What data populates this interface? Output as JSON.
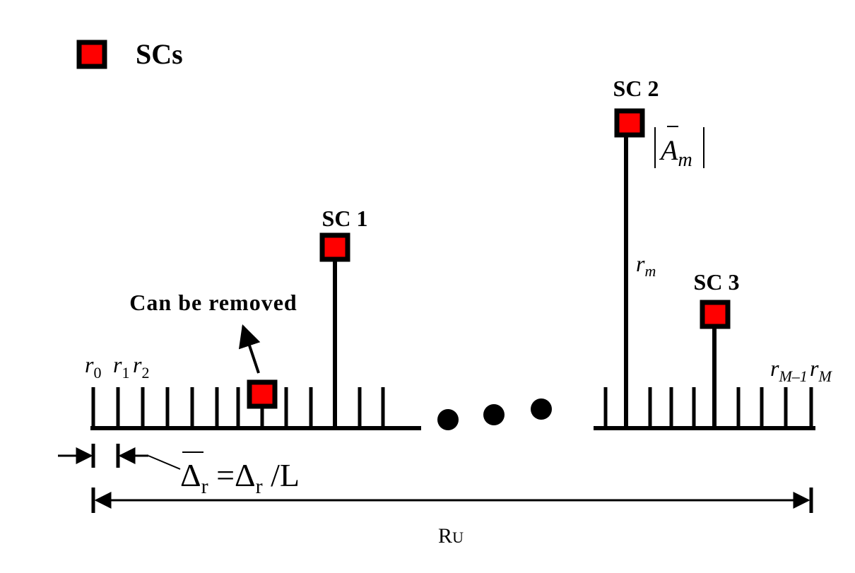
{
  "legend": {
    "label": "SCs"
  },
  "scs": [
    {
      "label": "SC 1"
    },
    {
      "label": "SC 2"
    },
    {
      "label": "SC 3"
    }
  ],
  "annotation": {
    "removed": "Can be removed"
  },
  "amplitude": {
    "main": "A",
    "sub": "m"
  },
  "radius_m": {
    "main": "r",
    "sub": "m"
  },
  "grid_labels": [
    {
      "main": "r",
      "sub": "0"
    },
    {
      "main": "r",
      "sub": "1"
    },
    {
      "main": "r",
      "sub": "2"
    },
    {
      "main": "r",
      "sub": "M–1"
    },
    {
      "main": "r",
      "sub": "M"
    }
  ],
  "spacing": {
    "delta": "Δ",
    "sub": "r",
    "eq": " =",
    "tail": " /L"
  },
  "range": {
    "main": "R",
    "sub": "U"
  },
  "colors": {
    "sc_fill": "#ff0000",
    "stroke": "#000000"
  }
}
